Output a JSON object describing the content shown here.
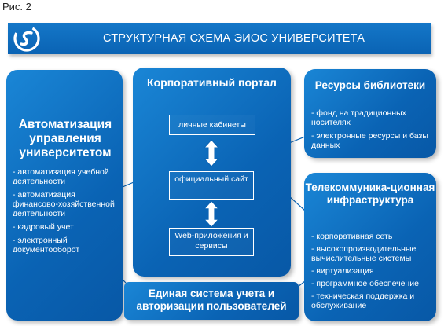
{
  "figure_label": "Рис. 2",
  "banner": {
    "title": "СТРУКТУРНАЯ СХЕМА ЭИОС УНИВЕРСИТЕТА",
    "logo_icon": "swirl-logo-icon"
  },
  "automation": {
    "title": "Автоматизация управления университетом",
    "items": [
      "- автоматизация учебной деятельности",
      "- автоматизация финансово-хозяйственной деятельности",
      "- кадровый учет",
      "- электронный документооборот"
    ]
  },
  "portal": {
    "title": "Корпоративный портал",
    "boxes": [
      "личные кабинеты",
      "официальный сайт",
      "Web-приложения и сервисы"
    ]
  },
  "library": {
    "title": "Ресурсы библиотеки",
    "items": [
      "- фонд на традиционных носителях",
      "- электронные ресурсы и базы данных"
    ]
  },
  "telecom": {
    "title": "Телекоммуника-ционная инфраструктура",
    "items": [
      "- корпоративная сеть",
      "- высокопроизводительные вычислительные системы",
      "- виртуализация",
      "- программное обеспечение",
      "- техническая поддержка и обслуживание"
    ]
  },
  "auth": {
    "title": "Единая система учета и авторизации пользователей"
  },
  "colors": {
    "primary": "#0a63b4",
    "light": "#1a86d6",
    "text": "#ffffff"
  }
}
